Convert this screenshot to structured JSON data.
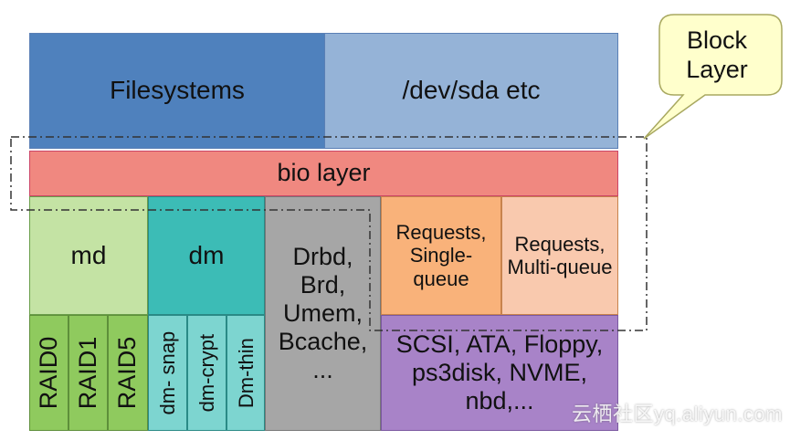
{
  "blocks": {
    "filesystems": "Filesystems",
    "dev_sda": "/dev/sda etc",
    "bio_layer": "bio layer",
    "md": "md",
    "dm": "dm",
    "drbd": "Drbd, Brd, Umem, Bcache, ...",
    "requests_single": "Requests, Single-queue",
    "requests_multi": "Requests, Multi-queue",
    "drivers": "SCSI, ATA, Floppy, ps3disk, NVME, nbd,...",
    "raid0": "RAID0",
    "raid1": "RAID1",
    "raid5": "RAID5",
    "dm_snap": "dm- snap",
    "dm_crypt": "dm-crypt",
    "dm_thin": "Dm-thin"
  },
  "callout": {
    "text": "Block Layer"
  },
  "watermark": "云栖社区yq.aliyun.com",
  "colors": {
    "filesystems": "#4f81bd",
    "dev_sda": "#95b3d7",
    "bio_layer": "#f08880",
    "md": "#c4e3a4",
    "raid": "#8fca5e",
    "dm": "#3cbcb6",
    "dm_sub": "#7dd5d0",
    "drbd": "#a6a6a6",
    "requests_single": "#f9b27a",
    "requests_multi": "#f9c9ae",
    "drivers": "#a883c8",
    "callout_fill": "#ffffcc"
  }
}
